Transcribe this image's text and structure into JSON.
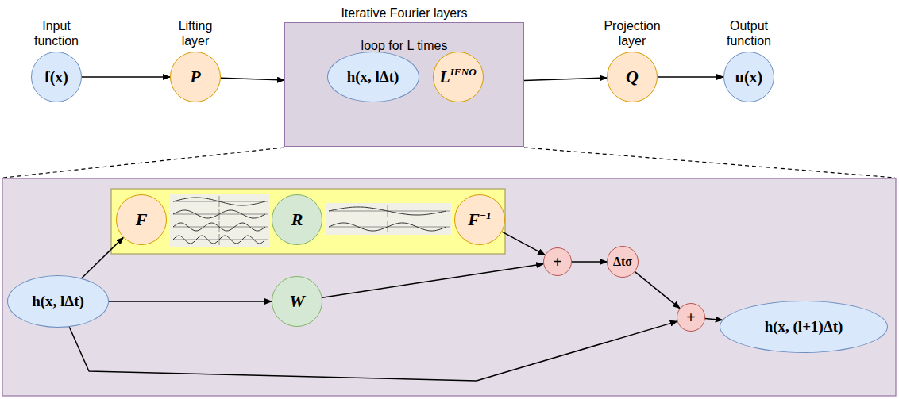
{
  "diagram": {
    "nodes": [
      {
        "text": [
          "Input function",
          "f(x)"
        ]
      },
      {
        "text": [
          "Lifting layer",
          "P"
        ]
      },
      {
        "text": [
          "Iterative Fourier layers",
          "loop for L times"
        ]
      },
      {
        "text": [
          "h(x, lΔt)"
        ],
        "in": 2
      },
      {
        "text": [
          "L",
          "IFNO"
        ],
        "in": 2
      },
      {
        "text": [
          "Projection layer",
          "Q"
        ]
      },
      {
        "text": [
          "Output function",
          "u(x)"
        ]
      },
      {
        "text": [
          "F"
        ]
      },
      {
        "text": [
          "R"
        ]
      },
      {
        "text": [
          "F",
          "−1"
        ]
      },
      {
        "text": [
          "h(x, lΔt)"
        ]
      },
      {
        "text": [
          "W"
        ]
      },
      {
        "text": [
          "+"
        ]
      },
      {
        "text": [
          "Δtσ"
        ]
      },
      {
        "text": [
          "+"
        ]
      },
      {
        "text": [
          "h(x, (l+1)Δt)"
        ]
      }
    ],
    "edges": [
      {
        "from": 0,
        "to": 1,
        "arrow": "to"
      },
      {
        "from": 1,
        "to": 2,
        "arrow": "to"
      },
      {
        "from": 3,
        "to": 4,
        "arrow": "to"
      },
      {
        "from": 4,
        "to": 3,
        "arrow": "to"
      },
      {
        "from": 2,
        "to": 5,
        "arrow": "to"
      },
      {
        "from": 5,
        "to": 6,
        "arrow": "to"
      },
      {
        "from": 10,
        "to": 7,
        "arrow": "to"
      },
      {
        "from": 9,
        "to": 12,
        "arrow": "to"
      },
      {
        "from": 10,
        "to": 11,
        "arrow": "to"
      },
      {
        "from": 11,
        "to": 12,
        "arrow": "to"
      },
      {
        "from": 12,
        "to": 13,
        "arrow": "to"
      },
      {
        "from": 13,
        "to": 14,
        "arrow": "to"
      },
      {
        "from": 10,
        "to": 14,
        "arrow": "to"
      },
      {
        "from": 14,
        "to": 15,
        "arrow": "to"
      }
    ]
  }
}
